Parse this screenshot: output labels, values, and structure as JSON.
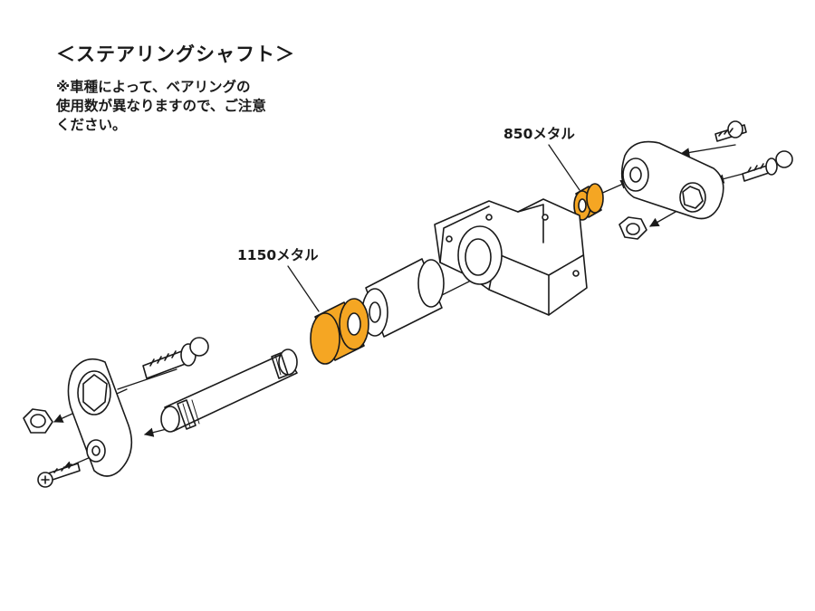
{
  "heading": {
    "title": "＜ステアリングシャフト＞",
    "note_lines": [
      "※車種によって、ベアリングの",
      "使用数が異なりますので、ご注意",
      "ください。"
    ]
  },
  "labels": {
    "metal_850": "850メタル",
    "metal_1150": "1150メタル"
  },
  "colors": {
    "metal_highlight": "#f5a623",
    "outline": "#1a1a1a"
  }
}
